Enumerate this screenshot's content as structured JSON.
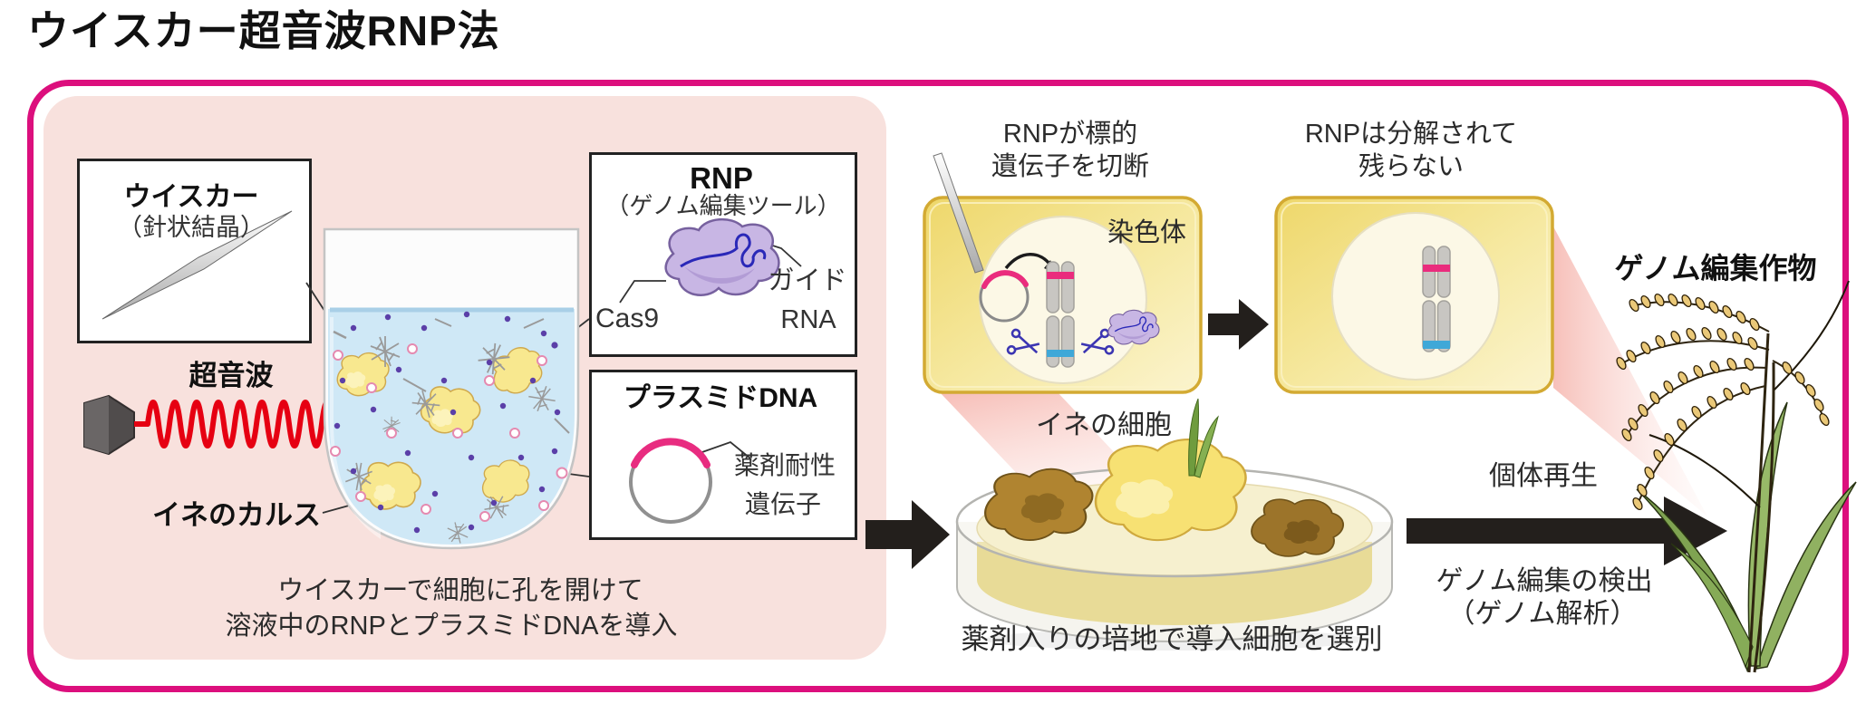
{
  "title": "ウイスカー超音波RNP法",
  "colors": {
    "accent_magenta": "#dc0f7d",
    "panel_pink": "#f8e1dd",
    "cell_yellow": "#f2df7e",
    "callus_yellow": "#f6df74",
    "wave_red": "#e60012",
    "rnp_purple": "#c8b6e4",
    "band_pink": "#ea2c7d",
    "band_blue": "#3fa8d8",
    "chromosome_gray": "#c6c4c1"
  },
  "left_panel": {
    "whisker_box": {
      "title": "ウイスカー",
      "subtitle": "（針状結晶）"
    },
    "ultrasound_label": "超音波",
    "callus_label": "イネのカルス",
    "rnp_box": {
      "title": "RNP",
      "subtitle": "（ゲノム編集ツール）",
      "cas9_label": "Cas9",
      "guide_rna_line1": "ガイド",
      "guide_rna_line2": "RNA"
    },
    "plasmid_box": {
      "title": "プラスミドDNA",
      "gene_line1": "薬剤耐性",
      "gene_line2": "遺伝子"
    },
    "caption_line1": "ウイスカーで細胞に孔を開けて",
    "caption_line2": "溶液中のRNPとプラスミドDNAを導入"
  },
  "middle_panel": {
    "cell1_caption_line1": "RNPが標的",
    "cell1_caption_line2": "遺伝子を切断",
    "chromosome_label": "染色体",
    "cell2_caption_line1": "RNPは分解されて",
    "cell2_caption_line2": "残らない",
    "rice_cell_label": "イネの細胞",
    "dish_caption": "薬剤入りの培地で導入細胞を選別"
  },
  "right_panel": {
    "crop_label": "ゲノム編集作物",
    "regeneration_label": "個体再生",
    "detection_line1": "ゲノム編集の検出",
    "detection_line2": "（ゲノム解析）"
  }
}
